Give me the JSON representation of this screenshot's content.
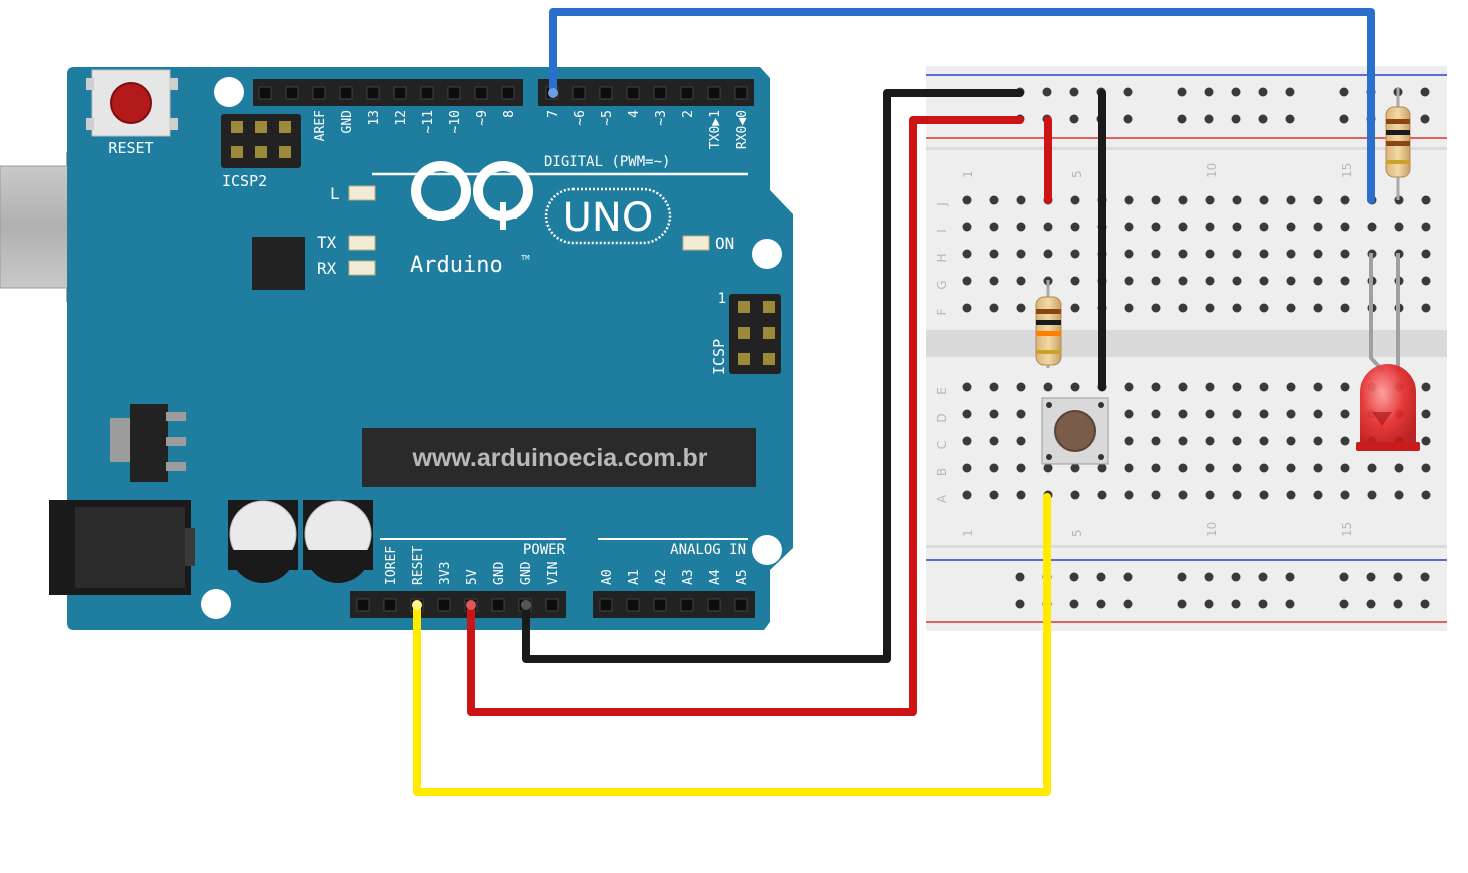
{
  "board": {
    "reset_label": "RESET",
    "icsp2_label": "ICSP2",
    "icsp_label": "ICSP",
    "icsp_pin1": "1",
    "digital_label": "DIGITAL (PWM=~)",
    "digital_pins": [
      "AREF",
      "GND",
      "13",
      "12",
      "~11",
      "~10",
      "~9",
      "8",
      "7",
      "~6",
      "~5",
      "4",
      "~3",
      "2",
      "TX0▶1",
      "RX0◀0"
    ],
    "led_l": "L",
    "led_tx": "TX",
    "led_rx": "RX",
    "led_on": "ON",
    "brand_uno": "UNO",
    "brand_name": "Arduino",
    "brand_tm": "TM",
    "website": "www.arduinoecia.com.br",
    "power_label": "POWER",
    "analog_label": "ANALOG IN",
    "power_pins": [
      "IOREF",
      "RESET",
      "3V3",
      "5V",
      "GND",
      "GND",
      "VIN"
    ],
    "analog_pins": [
      "A0",
      "A1",
      "A2",
      "A3",
      "A4",
      "A5"
    ]
  },
  "breadboard": {
    "col_numbers": [
      "1",
      "5",
      "10",
      "15"
    ],
    "row_letters_top": [
      "J",
      "I",
      "H",
      "G",
      "F"
    ],
    "row_letters_bottom": [
      "E",
      "D",
      "C",
      "B",
      "A"
    ]
  },
  "colors": {
    "board": "#1f7ea0",
    "board_dark": "#1b6f8e",
    "wire_blue": "#2a6fcc",
    "wire_red": "#cc1414",
    "wire_black": "#1a1a1a",
    "wire_yellow": "#ffea00",
    "breadboard": "#eeeeee",
    "rail_red": "#d93535",
    "rail_blue": "#2a3fd0",
    "led": "#e32b2b"
  },
  "components": {
    "pushbutton": "pushbutton-icon",
    "resistor": "resistor-icon",
    "led": "led-icon"
  }
}
